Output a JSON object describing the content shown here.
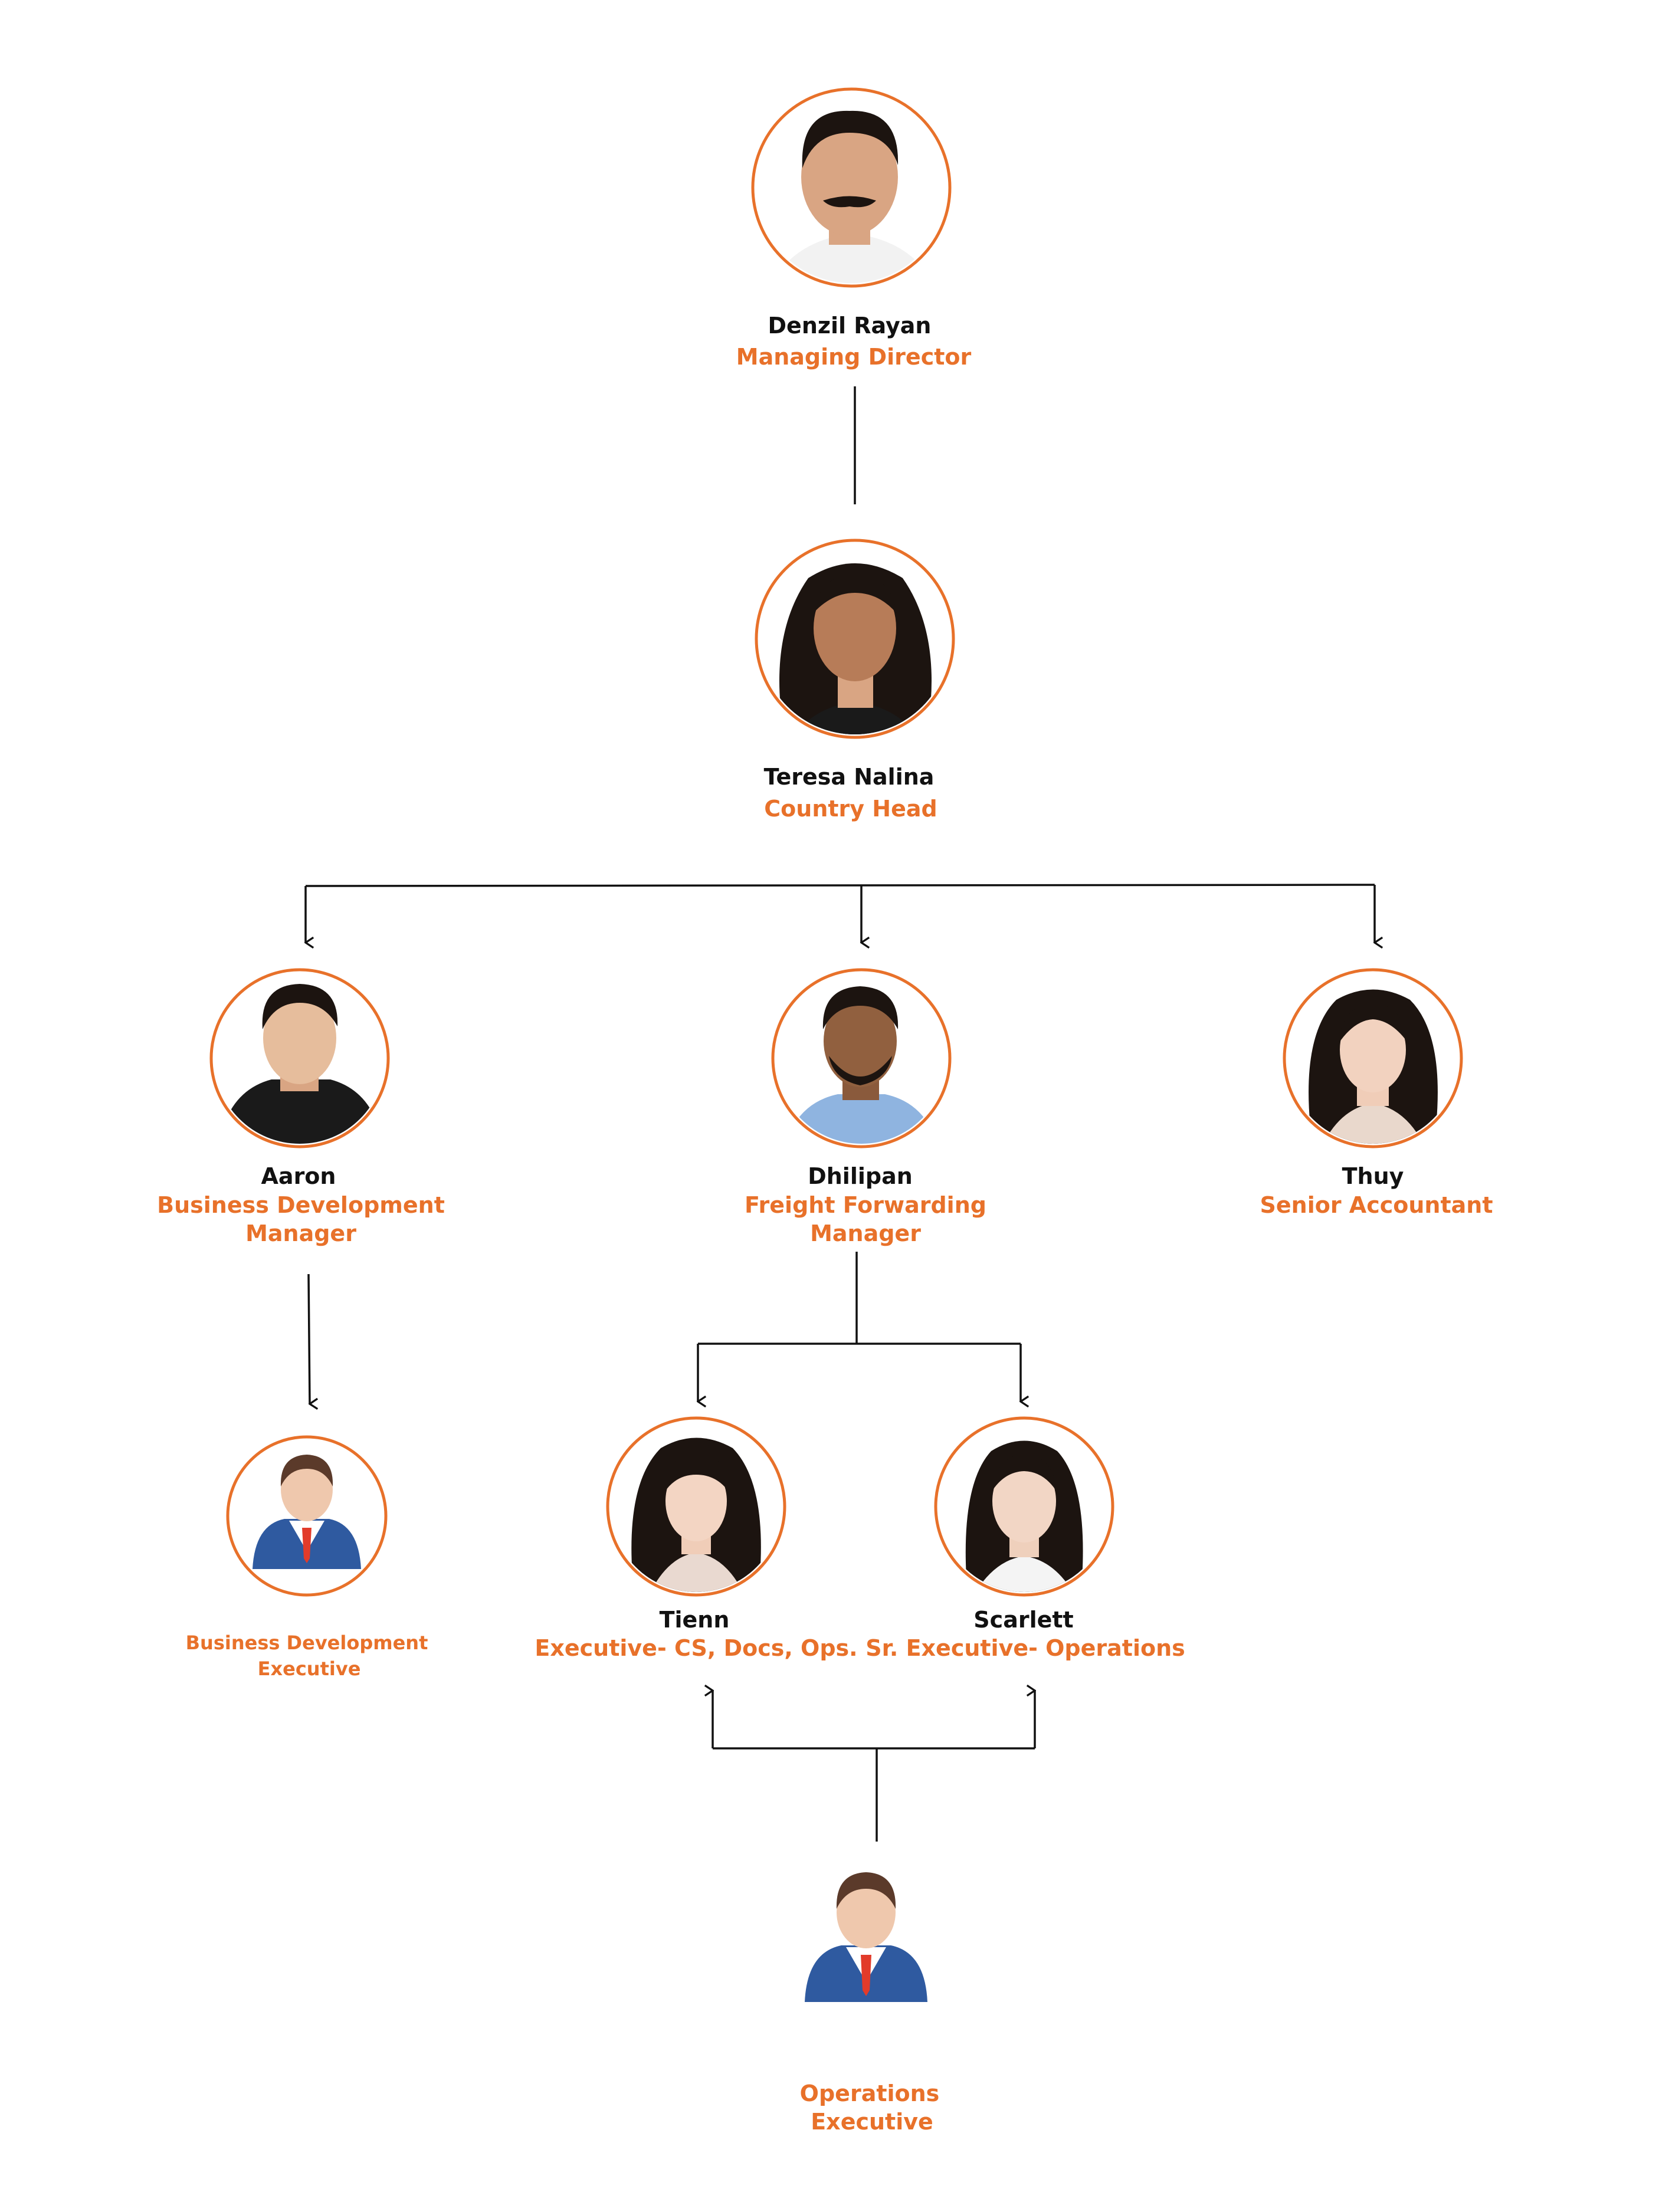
{
  "colors": {
    "accent": "#e8712a",
    "text": "#111111",
    "line": "#111111"
  },
  "md": {
    "name": "Denzil Rayan",
    "role": "Managing Director"
  },
  "head": {
    "name": "Teresa Nalina",
    "role": "Country Head"
  },
  "aaron": {
    "name": "Aaron",
    "role_line1": "Business Development",
    "role_line2": "Manager"
  },
  "dhilipan": {
    "name": "Dhilipan",
    "role_line1": "Freight Forwarding",
    "role_line2": "Manager"
  },
  "thuy": {
    "name": "Thuy",
    "role": "Senior Accountant"
  },
  "bde": {
    "role_line1": "Business Development",
    "role_line2": "Executive",
    "icon": "person-placeholder-icon"
  },
  "tienn": {
    "name": "Tienn",
    "role": "Executive- CS, Docs, Ops."
  },
  "scarlett": {
    "name": "Scarlett",
    "role": "Sr. Executive- Operations"
  },
  "ops": {
    "role_line1": "Operations",
    "role_line2": "Executive",
    "icon": "person-placeholder-icon"
  }
}
